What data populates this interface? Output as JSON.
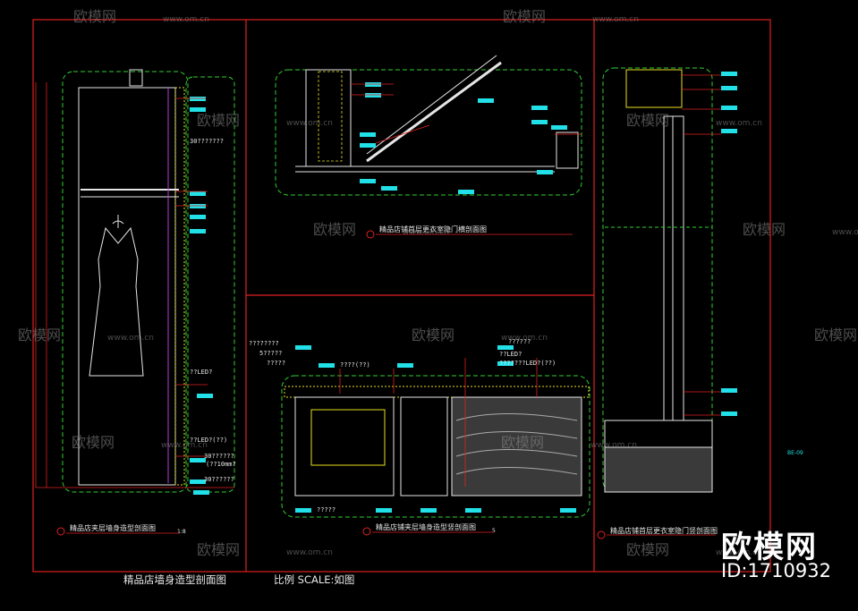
{
  "drawing": {
    "main_title": "精品店墙身造型剖面图",
    "scale_label": "比例  SCALE:如图",
    "views": [
      {
        "title": "精品店夹层墙身造型剖面图",
        "suffix": "1:8"
      },
      {
        "title": "精品店铺首层更衣室隐门横剖面图",
        "suffix": ""
      },
      {
        "title": "精品店铺夹层墙身造型竖剖面图",
        "suffix": "5"
      },
      {
        "title": "精品店铺首层更衣室隐门竖剖面图",
        "suffix": ""
      }
    ],
    "sheet_code": "BE-09",
    "callouts_left": [
      "30???????",
      "??LED?",
      "??LED?(??)",
      "30??????",
      "(??10mm?",
      "30??????"
    ],
    "callouts_mid": [
      "????????",
      "5?????",
      "?????",
      "????(??)",
      "??LED?",
      "???????LED?(??)",
      "??????",
      "?????"
    ]
  },
  "watermark": {
    "brand_text": "欧模网",
    "site_text": "www.om.cn",
    "id_text": "ID:1710932"
  },
  "colors": {
    "frame_red": "#e02020",
    "dashed_green": "#2fd02f",
    "line_white": "#e6e6e6",
    "tag_cyan": "#22e0e8",
    "text_yellow": "#e8e020"
  }
}
